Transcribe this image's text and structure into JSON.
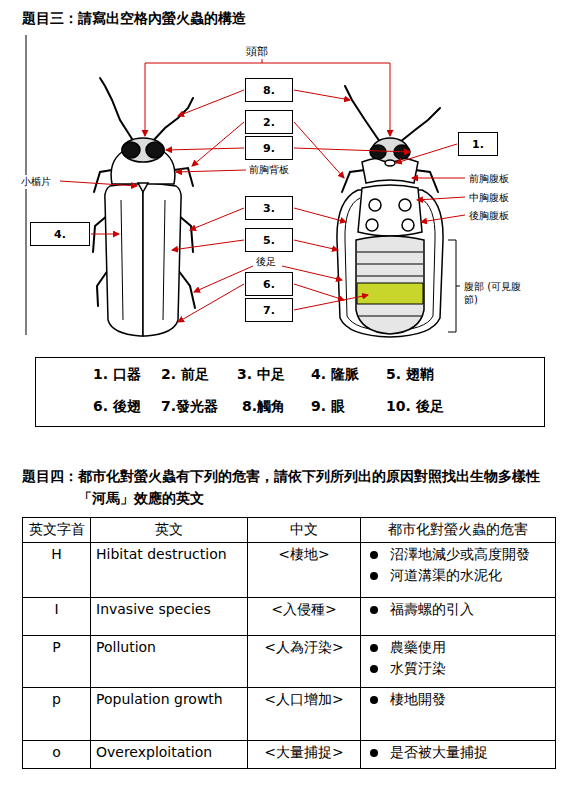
{
  "diagram": {
    "title": "題目三：請寫出空格內螢火蟲的構造",
    "nodes": [
      {
        "text": [
          "8."
        ]
      },
      {
        "text": [
          "2."
        ]
      },
      {
        "text": [
          "1."
        ]
      },
      {
        "text": [
          "9."
        ]
      },
      {
        "text": [
          "3."
        ]
      },
      {
        "text": [
          "4."
        ]
      },
      {
        "text": [
          "5."
        ]
      },
      {
        "text": [
          "6."
        ]
      },
      {
        "text": [
          "7."
        ]
      },
      {
        "text": [
          "1. 口器",
          "2. 前足",
          "3. 中足",
          "4. 隆脈",
          "5. 翅鞘",
          "6. 後翅",
          "7.發光器",
          "8.觸角",
          "9. 眼",
          "10. 後足"
        ]
      }
    ],
    "labels": [
      "頭部",
      "前胸背板",
      "小楯片",
      "後足",
      "前胸腹板",
      "中胸腹板",
      "後胸腹板",
      "腹部 (可見腹節)",
      "題目四：都市化對螢火蟲有下列的危害，請依下列所列出的原因對照找出生物多樣性「河馬」效應的英文",
      "英文字首",
      "英文",
      "中文",
      "都市化對螢火蟲的危害",
      "H",
      "Hibitat destruction",
      "<棲地>",
      "沼澤地減少或高度開發",
      "河道溝渠的水泥化",
      "I",
      "Invasive species",
      "<入侵種>",
      "福壽螺的引入",
      "P",
      "Pollution",
      "<人為汙染>",
      "農藥使用",
      "水質汙染",
      "p",
      "Population growth",
      "<人口增加>",
      "棲地開發",
      "o",
      "Overexploitation",
      "<大量捕捉>",
      "是否被大量捕捉"
    ]
  }
}
